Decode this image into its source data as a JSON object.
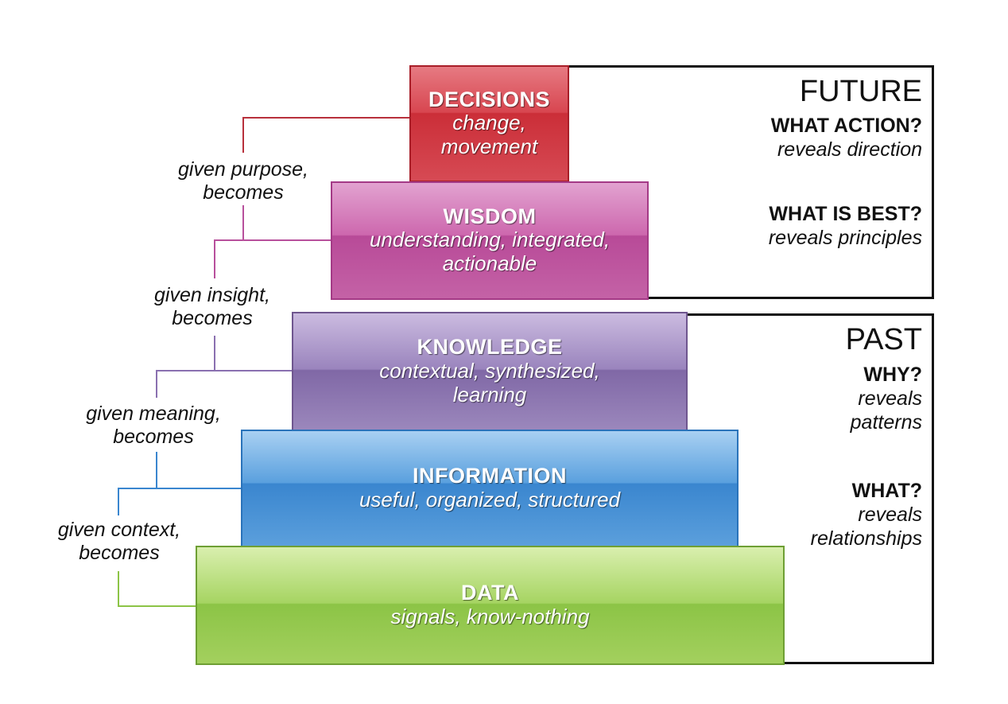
{
  "colors": {
    "decisions": "#d84650",
    "wisdom": "#c462a6",
    "knowledge": "#9a84bd",
    "information": "#4a92d6",
    "data": "#98cb52"
  },
  "pyramid": {
    "decisions": {
      "title": "DECISIONS",
      "desc_1": "change,",
      "desc_2": "movement"
    },
    "wisdom": {
      "title": "WISDOM",
      "desc_1": "understanding, integrated,",
      "desc_2": "actionable"
    },
    "knowledge": {
      "title": "KNOWLEDGE",
      "desc_1": "contextual, synthesized,",
      "desc_2": "learning"
    },
    "information": {
      "title": "INFORMATION",
      "desc_1": "useful, organized, structured"
    },
    "data": {
      "title": "DATA",
      "desc_1": "signals, know-nothing"
    }
  },
  "transitions": {
    "purpose": {
      "line_1": "given purpose,",
      "line_2": "becomes"
    },
    "insight": {
      "line_1": "given insight,",
      "line_2": "becomes"
    },
    "meaning": {
      "line_1": "given meaning,",
      "line_2": "becomes"
    },
    "context": {
      "line_1": "given context,",
      "line_2": "becomes"
    }
  },
  "future": {
    "heading": "FUTURE",
    "action_question": "WHAT ACTION?",
    "action_reveals": "reveals direction",
    "best_question": "WHAT IS BEST?",
    "best_reveals": "reveals principles"
  },
  "past": {
    "heading": "PAST",
    "why_question": "WHY?",
    "why_reveals_1": "reveals",
    "why_reveals_2": "patterns",
    "what_question": "WHAT?",
    "what_reveals_1": "reveals",
    "what_reveals_2": "relationships"
  }
}
